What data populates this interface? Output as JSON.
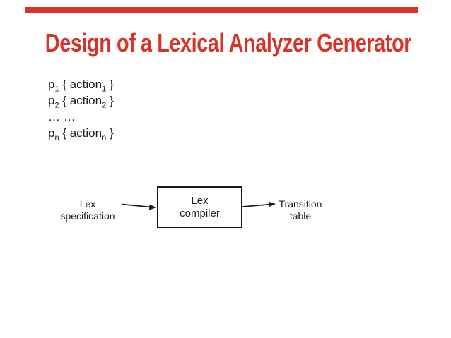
{
  "slide": {
    "title": "Design of a Lexical Analyzer Generator",
    "colors": {
      "accent": "#d93328",
      "text": "#1c1c1c",
      "line": "#1a1a1a"
    }
  },
  "patterns": {
    "lines": [
      {
        "parts": [
          {
            "t": "p"
          },
          {
            "t": "1",
            "sub": true
          },
          {
            "t": " { action"
          },
          {
            "t": "1",
            "sub": true
          },
          {
            "t": " }"
          }
        ]
      },
      {
        "parts": [
          {
            "t": "p"
          },
          {
            "t": "2",
            "sub": true
          },
          {
            "t": " { action"
          },
          {
            "t": "2",
            "sub": true
          },
          {
            "t": " }"
          }
        ]
      },
      {
        "parts": [
          {
            "t": "… …"
          }
        ]
      },
      {
        "parts": [
          {
            "t": "p"
          },
          {
            "t": "n",
            "sub": true
          },
          {
            "t": " { action"
          },
          {
            "t": "n",
            "sub": true
          },
          {
            "t": " }"
          }
        ]
      }
    ]
  },
  "diagram": {
    "source_label": "Lex\nspecification",
    "compiler_label": "Lex\ncompiler",
    "output_label": "Transition\ntable"
  }
}
